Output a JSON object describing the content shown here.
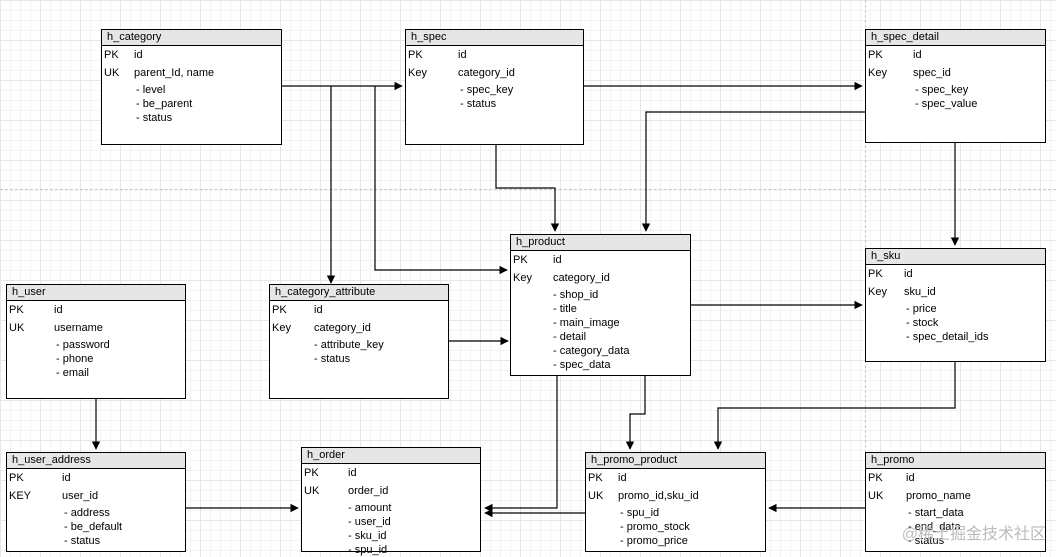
{
  "entities": {
    "h_category": {
      "title": "h_category",
      "rows": [
        {
          "key": "PK",
          "name": "id"
        },
        {
          "key": "UK",
          "name": "parent_Id, name"
        }
      ],
      "attrs": [
        "- level",
        "- be_parent",
        "- status"
      ]
    },
    "h_spec": {
      "title": "h_spec",
      "rows": [
        {
          "key": "PK",
          "name": "id"
        },
        {
          "key": "Key",
          "name": "category_id"
        }
      ],
      "attrs": [
        "- spec_key",
        "- status"
      ]
    },
    "h_spec_detail": {
      "title": "h_spec_detail",
      "rows": [
        {
          "key": "PK",
          "name": "id"
        },
        {
          "key": "Key",
          "name": "spec_id"
        }
      ],
      "attrs": [
        "- spec_key",
        "- spec_value"
      ]
    },
    "h_product": {
      "title": "h_product",
      "rows": [
        {
          "key": "PK",
          "name": "id"
        },
        {
          "key": "Key",
          "name": "category_id"
        }
      ],
      "attrs": [
        "- shop_id",
        "- title",
        "- main_image",
        "- detail",
        "- category_data",
        "- spec_data"
      ]
    },
    "h_sku": {
      "title": "h_sku",
      "rows": [
        {
          "key": "PK",
          "name": "id"
        },
        {
          "key": "Key",
          "name": "sku_id"
        }
      ],
      "attrs": [
        "- price",
        "- stock",
        "- spec_detail_ids"
      ]
    },
    "h_user": {
      "title": "h_user",
      "rows": [
        {
          "key": "PK",
          "name": "id"
        },
        {
          "key": "UK",
          "name": "username"
        }
      ],
      "attrs": [
        "- password",
        "- phone",
        "- email"
      ]
    },
    "h_category_attribute": {
      "title": "h_category_attribute",
      "rows": [
        {
          "key": "PK",
          "name": "id"
        },
        {
          "key": "Key",
          "name": "category_id"
        }
      ],
      "attrs": [
        "- attribute_key",
        "- status"
      ]
    },
    "h_user_address": {
      "title": "h_user_address",
      "rows": [
        {
          "key": "PK",
          "name": "id"
        },
        {
          "key": "KEY",
          "name": "user_id"
        }
      ],
      "attrs": [
        "- address",
        "- be_default",
        "- status"
      ]
    },
    "h_order": {
      "title": "h_order",
      "rows": [
        {
          "key": "PK",
          "name": "id"
        },
        {
          "key": "UK",
          "name": "order_id"
        }
      ],
      "attrs": [
        "- amount",
        "- user_id",
        "- sku_id",
        "- spu_id"
      ]
    },
    "h_promo_product": {
      "title": "h_promo_product",
      "rows": [
        {
          "key": "PK",
          "name": "id"
        },
        {
          "key": "UK",
          "name": "promo_id,sku_id"
        }
      ],
      "attrs": [
        "- spu_id",
        "- promo_stock",
        "- promo_price"
      ]
    },
    "h_promo": {
      "title": "h_promo",
      "rows": [
        {
          "key": "PK",
          "name": "id"
        },
        {
          "key": "UK",
          "name": "promo_name"
        }
      ],
      "attrs": [
        "- start_data",
        "- end_data",
        "- status"
      ]
    }
  },
  "relations": [
    {
      "from": "h_category",
      "to": "h_spec"
    },
    {
      "from": "h_category",
      "to": "h_category_attribute"
    },
    {
      "from": "h_category",
      "to": "h_product"
    },
    {
      "from": "h_spec",
      "to": "h_spec_detail"
    },
    {
      "from": "h_spec",
      "to": "h_product"
    },
    {
      "from": "h_spec_detail",
      "to": "h_product"
    },
    {
      "from": "h_spec_detail",
      "to": "h_sku"
    },
    {
      "from": "h_product",
      "to": "h_sku"
    },
    {
      "from": "h_category_attribute",
      "to": "h_product"
    },
    {
      "from": "h_user",
      "to": "h_user_address"
    },
    {
      "from": "h_user_address",
      "to": "h_order"
    },
    {
      "from": "h_product",
      "to": "h_order"
    },
    {
      "from": "h_product",
      "to": "h_promo_product"
    },
    {
      "from": "h_sku",
      "to": "h_promo_product"
    },
    {
      "from": "h_promo",
      "to": "h_promo_product"
    },
    {
      "from": "h_promo_product",
      "to": "h_order"
    }
  ],
  "watermark": "@稀土掘金技术社区",
  "colors": {
    "title_bg": "#e6e6e6",
    "border": "#000000",
    "grid": "#e6e6e6"
  }
}
